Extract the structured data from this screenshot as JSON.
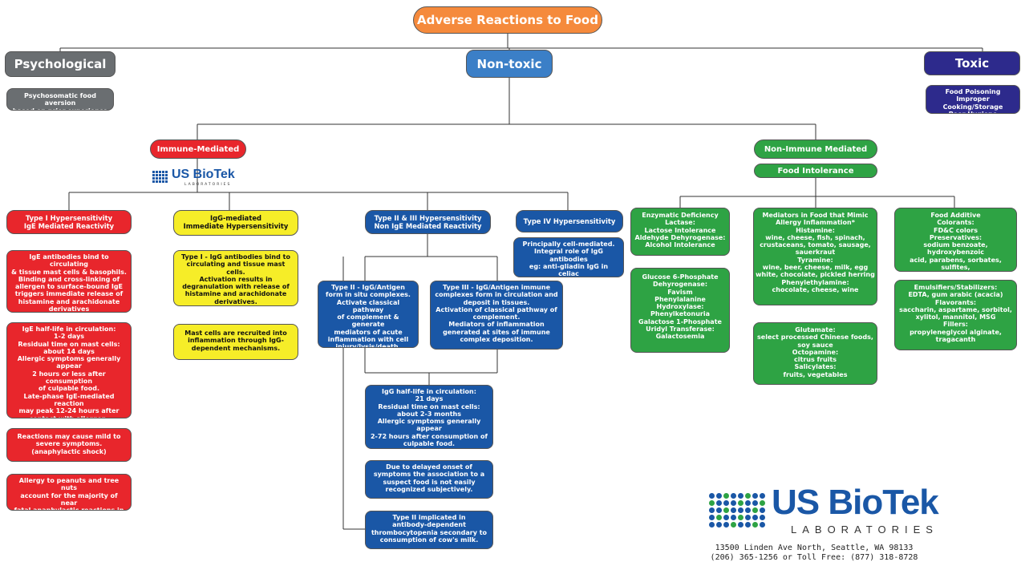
{
  "title": "Adverse Reactions to Food",
  "branches": {
    "psychological": {
      "label": "Psychological",
      "desc": "Psychosomatic food aversion\nbased on prior experience"
    },
    "nontoxic": {
      "label": "Non-toxic"
    },
    "toxic": {
      "label": "Toxic",
      "desc": "Food Poisoning\nImproper Cooking/Storage\nPoor Hygiene"
    }
  },
  "immune": {
    "label": "Immune-Mediated",
    "logo_text": "US BioTek",
    "logo_sub": "LABORATORIES",
    "type1": {
      "header": "Type I Hypersensitivity\nIgE Mediated Reactivity",
      "boxes": [
        "IgE antibodies bind to circulating\n& tissue mast cells & basophils.\nBinding and cross-linking of\nallergen to surface-bound IgE\ntriggers immediate release of\nhistamine and arachidonate\nderivatives",
        "IgE half-life in circulation:\n1-2 days\nResidual time on mast cells:\nabout 14 days\nAllergic symptoms generally\nappear\n2 hours or less after consumption\nof culpable food.\nLate-phase IgE-mediated reaction\nmay peak 12-24 hours after\ncontact with allergen.",
        "Reactions may cause mild to\nsevere symptoms.\n(anaphylactic shock)",
        "Allergy to peanuts and tree nuts\naccount for the majority of near\nfatal anaphylactic reactions in the\nUSA."
      ]
    },
    "igg": {
      "header": "IgG-mediated\nImmediate Hypersensitivity",
      "boxes": [
        "Type I - IgG antibodies bind to\ncirculating and tissue mast cells.\nActivation results in\ndegranulation with release of\nhistamine and arachidonate\nderivatives.",
        "Mast cells are recruited into\ninflammation through IgG-\ndependent mechanisms."
      ]
    },
    "type23": {
      "header": "Type II & III Hypersensitivity\nNon IgE Mediated Reactivity",
      "type2": "Type II - IgG/Antigen\nform in situ complexes.\nActivate classical pathway\nof complement & generate\nmediators of acute\ninflammation with cell\ninjury/lysis/death.",
      "type3": "Type III - IgG/Antigen immune\ncomplexes form in circulation and\ndeposit in tissues.\nActivation of classical pathway of\ncomplement.\nMediators of inflammation\ngenerated at sites of immune\ncomplex deposition.",
      "boxes": [
        "IgG half-life in circulation:\n21 days\nResidual time on mast cells:\nabout 2-3 months\nAllergic symptoms generally appear\n2-72 hours after consumption of\nculpable food.",
        "Due to delayed onset of\nsymptoms the association to a\nsuspect food is not easily\nrecognized subjectively.",
        "Type II implicated in\nantibody-dependent\nthrombocytopenia secondary to\nconsumption of cow's milk."
      ]
    },
    "type4": {
      "header": "Type IV Hypersensitivity",
      "desc": "Principally cell-mediated.\nIntegral role of IgG antibodies\neg: anti-gliadin IgG in celiac\ndisease."
    }
  },
  "nonimmune": {
    "label": "Non-Immune Mediated",
    "sublabel": "Food Intolerance",
    "col1": [
      "Enzymatic Deficiency\nLactase:\nLactose Intolerance\nAldehyde Dehyrogenase:\nAlcohol Intolerance",
      "Glucose 6-Phosphate\nDehyrogenase:\nFavism\nPhenylalanine\nHydroxylase:\nPhenylketonuria\nGalactose 1-Phosphate\nUridyl Transferase:\nGalactosemia"
    ],
    "col2": [
      "Mediators in Food that Mimic\nAllergy Inflammation*\nHistamine:\nwine, cheese, fish, spinach,\ncrustaceans, tomato, sausage,\nsauerkraut\nTyramine:\nwine, beer, cheese, milk, egg\nwhite, chocolate, pickled herring\nPhenylethylamine:\nchocolate, cheese, wine",
      "Glutamate:\nselect processed Chinese foods,\nsoy sauce\nOctopamine:\ncitrus fruits\nSalicylates:\nfruits, vegetables"
    ],
    "col3": [
      "Food Additive\nColorants:\nFD&C colors\nPreservatives:\nsodium benzoate, hydroxybenzoic\nacid, parabens, sorbates, sulfites,\nnitrites, BHA/BHT",
      "Emulsifiers/Stabilizers:\nEDTA, gum arabic (acacia)\nFlavorants:\nsaccharin, aspartame, sorbitol,\nxylitol, mannitol, MSG\nFillers:\npropyleneglycol alginate,\ntragacanth"
    ]
  },
  "footer": {
    "logo_text": "US BioTek",
    "logo_sub": "LABORATORIES",
    "address": "13500 Linden Ave North, Seattle, WA 98133\n(206) 365-1256  or Toll Free: (877) 318-8728"
  },
  "colors": {
    "type1": "#e8262c",
    "igg": "#f6ed28",
    "type23": "#1a57a6",
    "nonimmune": "#2ea344",
    "title": "#f58a3c",
    "psychological": "#6a6e71",
    "toxic": "#2d2a8c"
  }
}
